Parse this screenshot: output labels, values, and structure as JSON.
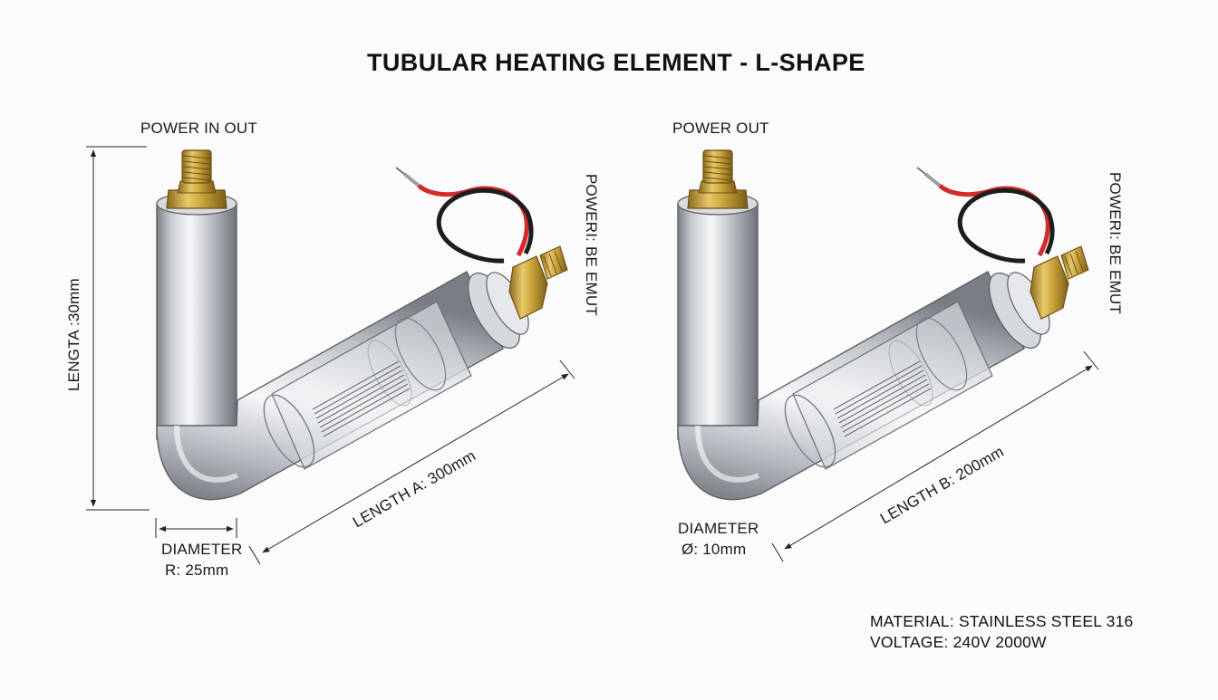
{
  "title": "TUBULAR HEATING ELEMENT - L-SHAPE",
  "left": {
    "top_label": "POWER IN OUT",
    "side_label": "POWERI: BE EMUT",
    "vertical_length": "LENGTA :30mm",
    "length_label": "LENGTH A: 300mm",
    "diameter_title": "DIAMETER",
    "diameter_value": "R: 25mm"
  },
  "right": {
    "top_label": "POWER OUT",
    "side_label": "POWERI: BE EMUT",
    "length_label": "LENGTH B: 200mm",
    "diameter_title": "DIAMETER",
    "diameter_value": "Ø: 10mm"
  },
  "specs": {
    "material": "MATERIAL: STAINLESS STEEL 316",
    "voltage": "VOLTAGE: 240V  2000W"
  },
  "colors": {
    "steel_dark": "#8c8f94",
    "steel_light": "#f4f5f7",
    "brass": "#c9a23a",
    "wire_red": "#d42a2a",
    "wire_black": "#1d1d1d"
  }
}
